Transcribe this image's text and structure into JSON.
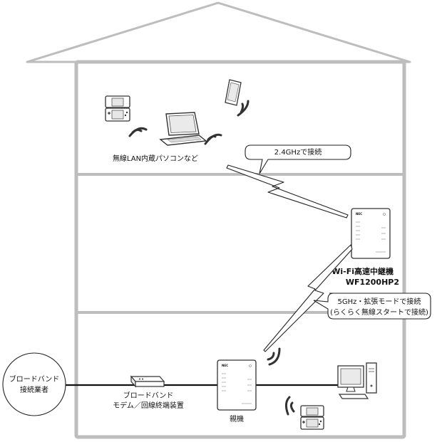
{
  "isp_label_line1": "ブロードバンド",
  "isp_label_line2": "接続業者",
  "modem_label_line1": "ブロードバンド",
  "modem_label_line2": "モデム／回線終端装置",
  "parent_label": "親機",
  "repeater_name_line1": "Wi-Fi高速中継機",
  "repeater_name_line2": "WF1200HP2",
  "callout_24ghz": "2.4GHzで接続",
  "callout_5ghz_line1": "5GHz・拡張モードで接続",
  "callout_5ghz_line2": "(らくらく無線スタートで接続)",
  "devices_label": "無線LAN内蔵パソコンなど",
  "device_brand": "NEC",
  "icons": [
    "house-icon",
    "game-console-icon",
    "laptop-icon",
    "smartphone-icon",
    "desktop-pc-icon",
    "router-icon",
    "modem-icon",
    "wifi-signal-icon",
    "lightning-link-icon"
  ]
}
